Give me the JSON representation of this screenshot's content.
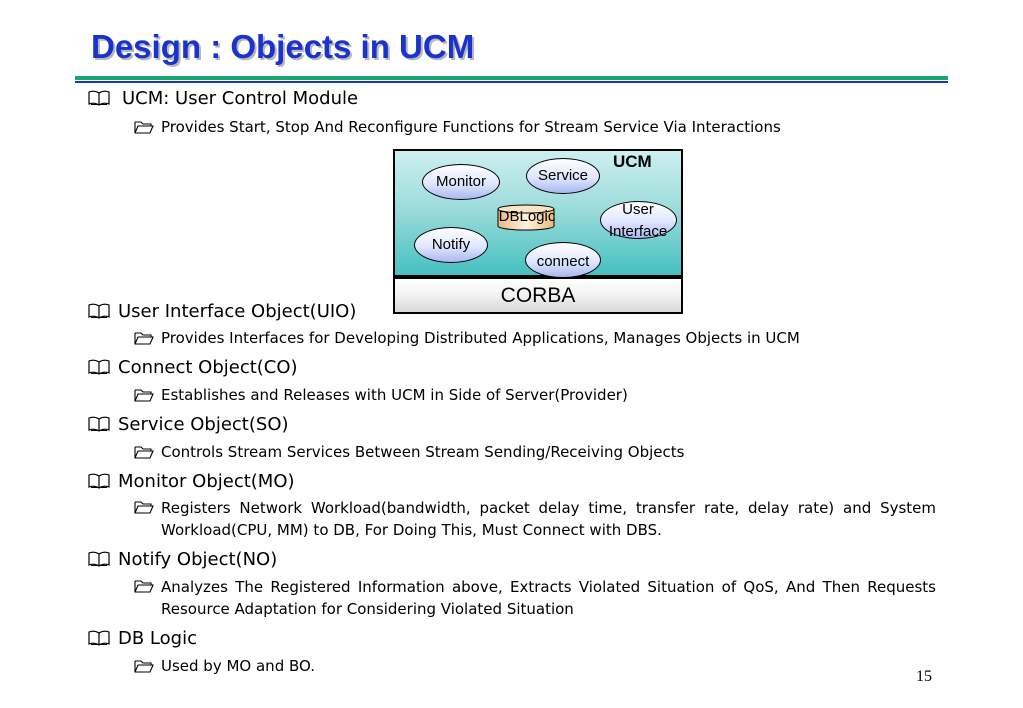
{
  "slide": {
    "title": "Design : Objects in UCM",
    "page_number": "15",
    "colors": {
      "title": "#1a33cc",
      "rule_green": "#1aa86a",
      "rule_blue": "#1a33cc"
    }
  },
  "bullets": [
    {
      "icon": "book-icon",
      "text": "UCM: User Control Module",
      "sub": "Provides Start, Stop And Reconfigure Functions for  Stream Service Via Interactions"
    },
    {
      "icon": "book-icon",
      "text": "User Interface Object(UIO)",
      "sub": "Provides Interfaces for Developing Distributed Applications, Manages Objects in UCM"
    },
    {
      "icon": "book-icon",
      "text": "Connect Object(CO)",
      "sub": "Establishes and Releases with UCM in Side of Server(Provider)"
    },
    {
      "icon": "book-icon",
      "text": "Service Object(SO)",
      "sub": "Controls  Stream Services Between  Stream Sending/Receiving Objects"
    },
    {
      "icon": "book-icon",
      "text": "Monitor Object(MO)",
      "sub": "Registers Network Workload(bandwidth, packet delay time, transfer rate, delay rate) and System Workload(CPU, MM) to DB, For Doing This, Must Connect with DBS."
    },
    {
      "icon": "book-icon",
      "text": "Notify Object(NO)",
      "sub": "Analyzes The Registered Information above, Extracts Violated Situation of QoS, And Then Requests Resource Adaptation for Considering Violated Situation"
    },
    {
      "icon": "book-icon",
      "text": "DB Logic",
      "sub": "Used by MO and BO."
    }
  ],
  "diagram": {
    "container_label": "UCM",
    "base_label": "CORBA",
    "nodes": {
      "monitor": "Monitor",
      "service": "Service",
      "dblogic": "DBLogic",
      "user_interface_line1": "User",
      "user_interface_line2": "Interface",
      "notify": "Notify",
      "connect": "connect"
    }
  }
}
